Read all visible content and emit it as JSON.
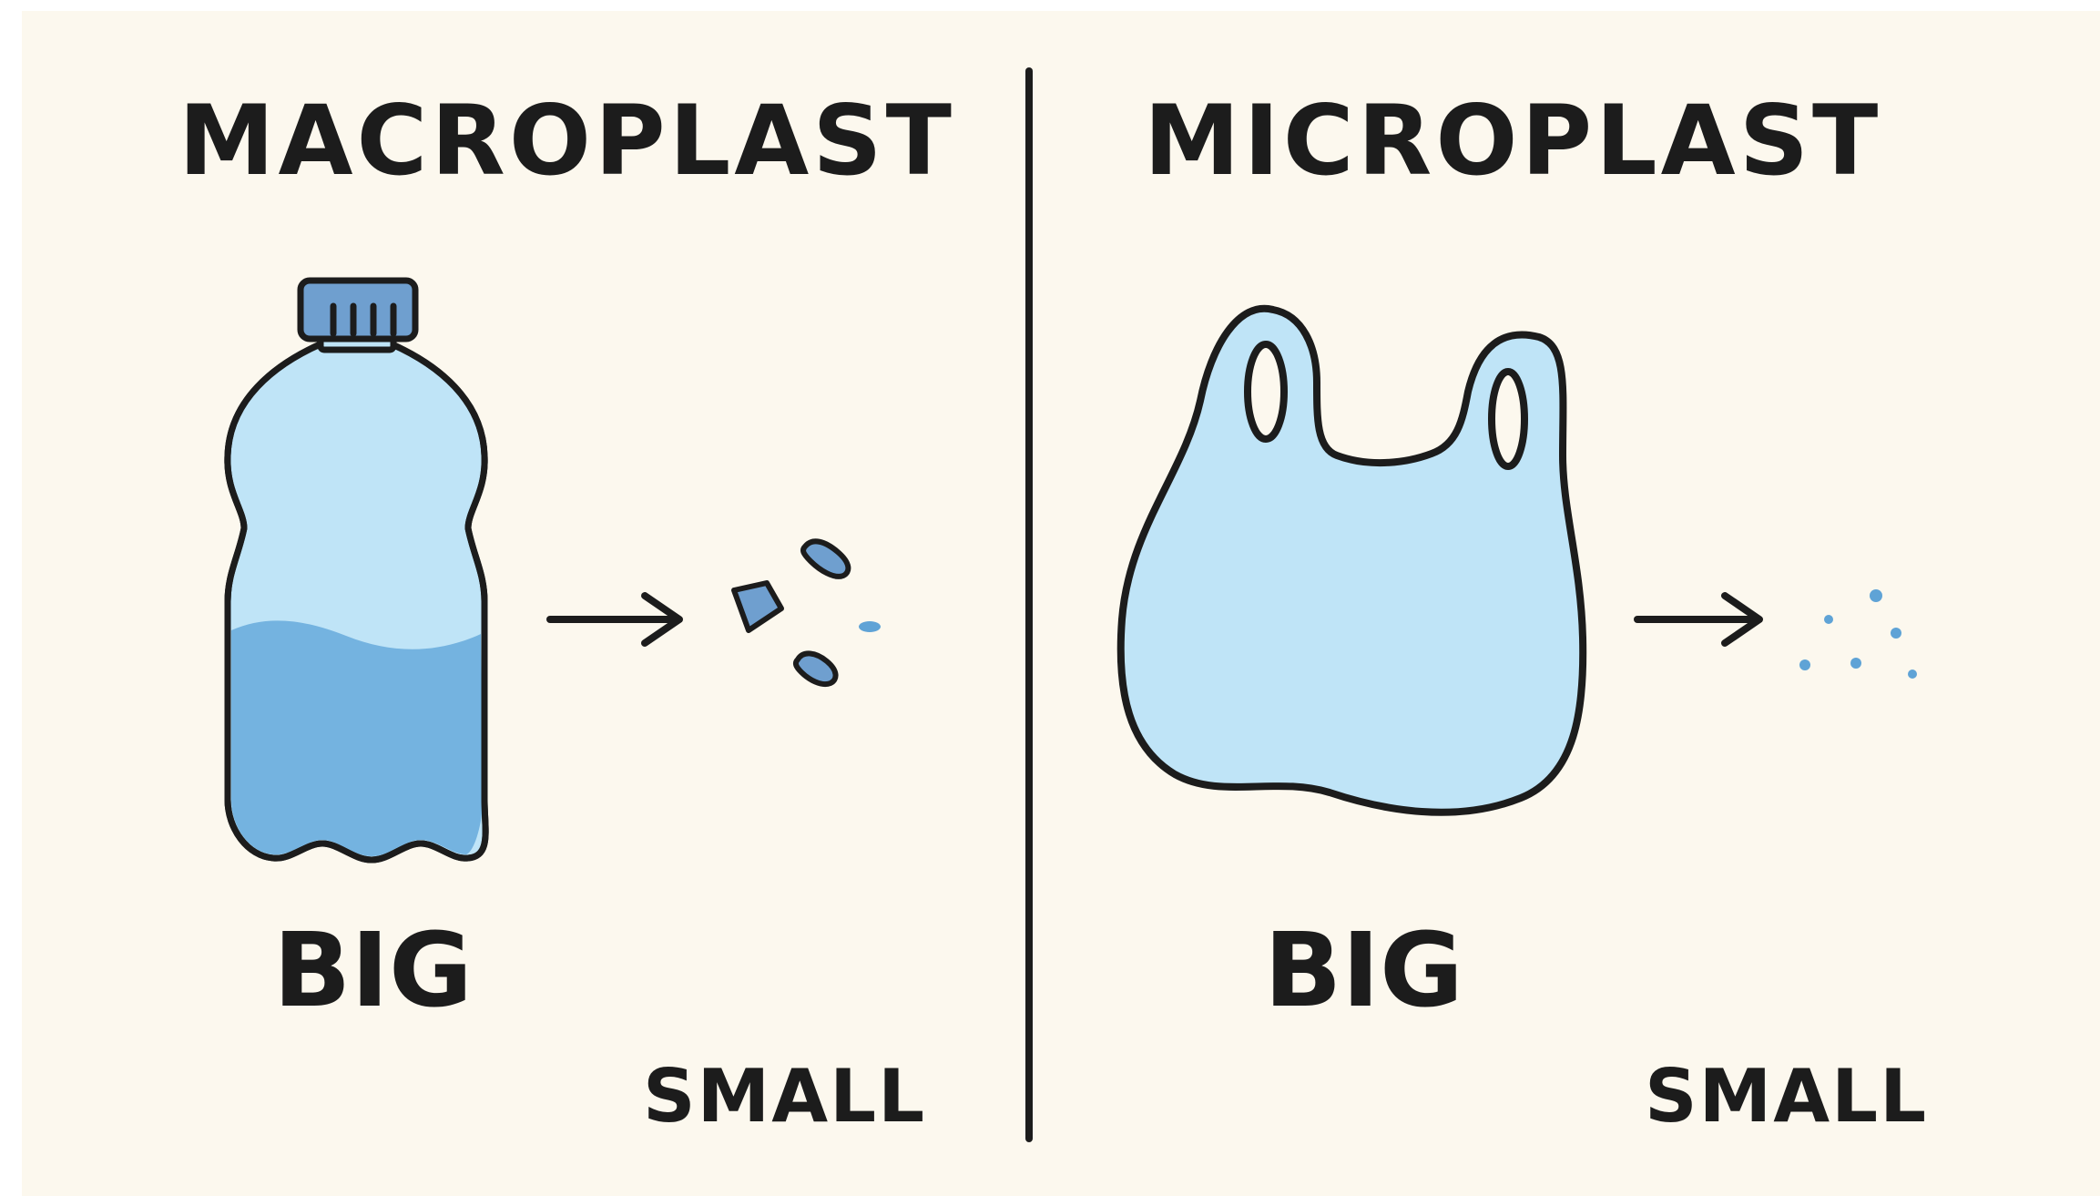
{
  "left": {
    "title": "MACROPLAST",
    "big_label": "BIG",
    "small_label": "SMALL",
    "illustration": "plastic-bottle-icon",
    "fragments": "plastic-fragments-icon"
  },
  "right": {
    "title": "MICROPLAST",
    "big_label": "BIG",
    "small_label": "SMALL",
    "illustration": "plastic-bag-icon",
    "fragments": "microplastic-dots-icon"
  },
  "colors": {
    "background": "#fcf8ee",
    "outline": "#1c1c1c",
    "plastic_light": "#bfe4f7",
    "water": "#74b3e0",
    "cap": "#6f9fcf",
    "particles": "#5fa3d6"
  }
}
